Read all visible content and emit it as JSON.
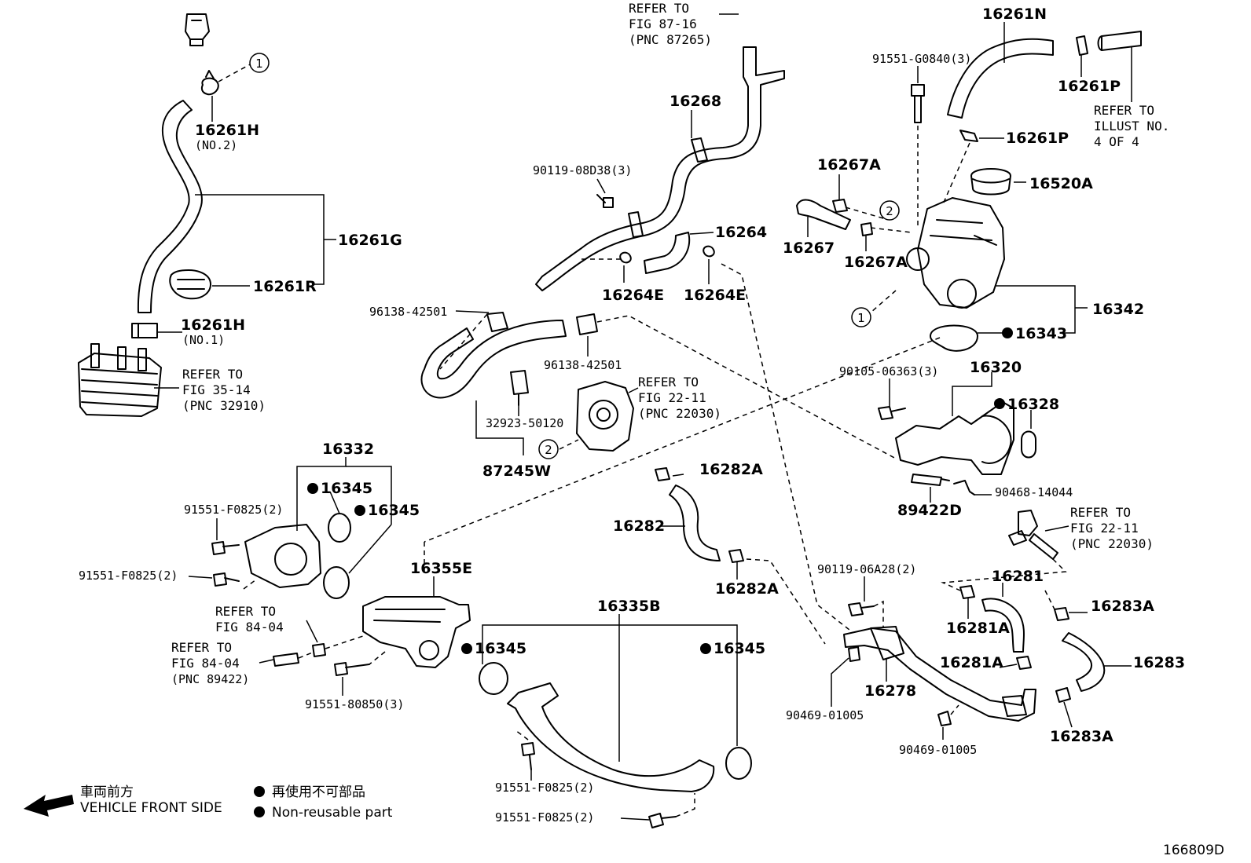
{
  "labels": {
    "p16261h_no2": "16261H",
    "p16261h_no2_sub": "(NO.2)",
    "p16261g": "16261G",
    "p16261r": "16261R",
    "p16261h_no1": "16261H",
    "p16261h_no1_sub": "(NO.1)",
    "ref_fig3514": [
      "REFER TO",
      "FIG 35-14",
      "(PNC 32910)"
    ],
    "ref_fig8716": [
      "REFER TO",
      "FIG 87-16",
      "(PNC 87265)"
    ],
    "p16268": "16268",
    "p90119_08d38": "90119-08D38(3)",
    "p16264": "16264",
    "p16264e_a": "16264E",
    "p16264e_b": "16264E",
    "p96138_a": "96138-42501",
    "p96138_b": "96138-42501",
    "ref_fig2211_a": [
      "REFER TO",
      "FIG 22-11",
      "(PNC 22030)"
    ],
    "p32923": "32923-50120",
    "p87245w": "87245W",
    "p16261n": "16261N",
    "p91551_g0840": "91551-G0840(3)",
    "p16261p_a": "16261P",
    "p16261p_b": "16261P",
    "ref_illust": [
      "REFER TO",
      "ILLUST NO.",
      "4 OF 4"
    ],
    "p16520a": "16520A",
    "p16267a_a": "16267A",
    "p16267a_b": "16267A",
    "p16267": "16267",
    "p16342": "16342",
    "p16343": "16343",
    "p90105": "90105-06363(3)",
    "p16320": "16320",
    "p16328": "16328",
    "p90468": "90468-14044",
    "p89422d": "89422D",
    "ref_fig2211_b": [
      "REFER TO",
      "FIG 22-11",
      "(PNC 22030)"
    ],
    "p16332": "16332",
    "p16345_a": "16345",
    "p16345_b": "16345",
    "p91551_f0825_a": "91551-F0825(2)",
    "p91551_f0825_b": "91551-F0825(2)",
    "p16355e": "16355E",
    "ref_fig8404_a": [
      "REFER TO",
      "FIG 84-04"
    ],
    "ref_fig8404_b": [
      "REFER TO",
      "FIG 84-04",
      "(PNC 89422)"
    ],
    "p91551_80850": "91551-80850(3)",
    "p16282a_a": "16282A",
    "p16282": "16282",
    "p16282a_b": "16282A",
    "p16335b": "16335B",
    "p16345_c": "16345",
    "p16345_d": "16345",
    "p91551_f0825_c": "91551-F0825(2)",
    "p91551_f0825_d": "91551-F0825(2)",
    "p90119_06a28": "90119-06A28(2)",
    "p16281": "16281",
    "p16281a_a": "16281A",
    "p16281a_b": "16281A",
    "p16283a_a": "16283A",
    "p16283": "16283",
    "p16283a_b": "16283A",
    "p16278": "16278",
    "p90469_a": "90469-01005",
    "p90469_b": "90469-01005",
    "callout_1": "1",
    "callout_2": "2"
  },
  "legend": {
    "front_jp": "車両前方",
    "front_en": "VEHICLE FRONT SIDE",
    "nonreuse_jp": "再使用不可部品",
    "nonreuse_en": "Non-reusable part"
  },
  "figure_id": "166809D"
}
